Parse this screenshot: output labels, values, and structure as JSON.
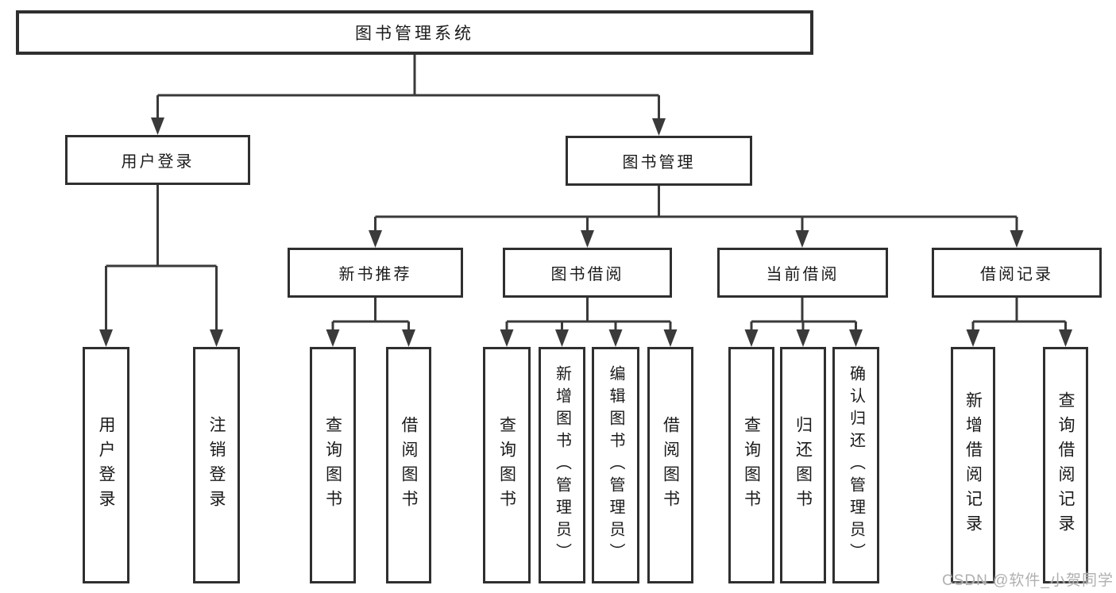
{
  "root": {
    "label": "图书管理系统"
  },
  "level2": {
    "user_login": "用户登录",
    "book_management": "图书管理"
  },
  "level3": {
    "new_book_recommend": "新书推荐",
    "book_borrow": "图书借阅",
    "current_borrow": "当前借阅",
    "borrow_records": "借阅记录"
  },
  "leaves": {
    "user_login": [
      "用户登录",
      "注销登录"
    ],
    "new_book_recommend": [
      "查询图书",
      "借阅图书"
    ],
    "book_borrow": [
      "查询图书",
      "新增图书（管理员）",
      "编辑图书（管理员）",
      "借阅图书"
    ],
    "current_borrow": [
      "查询图书",
      "归还图书",
      "确认归还（管理员）"
    ],
    "borrow_records": [
      "新增借阅记录",
      "查询借阅记录"
    ]
  },
  "watermark": {
    "text": "CSDN @软件_小贺同学"
  },
  "colors": {
    "line": "#3a3a3a",
    "border": "#2f2f2f",
    "text": "#1a1a1a",
    "watermark": "#b0b0b0",
    "background": "#ffffff"
  }
}
